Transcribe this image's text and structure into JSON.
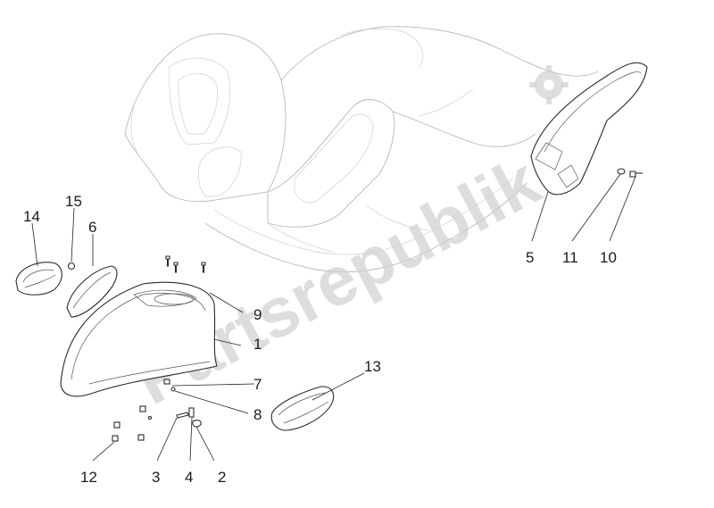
{
  "callouts": {
    "c1": "1",
    "c2": "2",
    "c3": "3",
    "c4": "4",
    "c5": "5",
    "c6": "6",
    "c7": "7",
    "c8": "8",
    "c9": "9",
    "c10": "10",
    "c11": "11",
    "c12": "12",
    "c13": "13",
    "c14": "14",
    "c15": "15"
  },
  "watermark": {
    "text": "Partsrepublik"
  },
  "colors": {
    "line": "#222222",
    "ghost": "#b9b9b9",
    "watermark": "#d0d0d0"
  }
}
